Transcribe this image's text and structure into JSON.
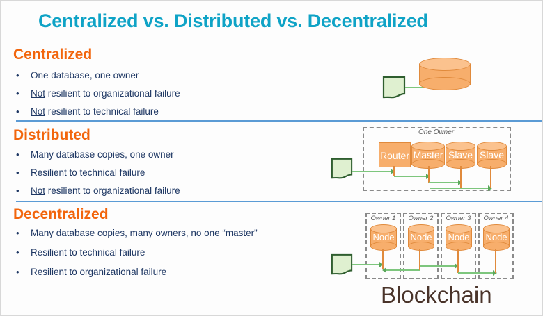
{
  "slide": {
    "title": "Centralized vs. Distributed vs. Decentralized",
    "background_color": "#fdfdfd",
    "title_color": "#0FA3C6",
    "heading_color": "#F2650C",
    "bullet_color": "#1F3864",
    "divider_color": "#5B9BD5",
    "node_fill_color": "#F7AE6C",
    "node_stroke_color": "#E08A3C",
    "arrow_color": "#7DC67D",
    "doc_fill_color": "#DFF0D0",
    "doc_stroke_color": "#2F5E2F"
  },
  "sections": [
    {
      "heading": "Centralized",
      "bullets": [
        {
          "pre": "",
          "underlined": "",
          "post": "One database, one owner"
        },
        {
          "pre": "",
          "underlined": "Not",
          "post": " resilient to organizational failure"
        },
        {
          "pre": "",
          "underlined": "Not",
          "post": " resilient to technical failure"
        }
      ]
    },
    {
      "heading": "Distributed",
      "bullets": [
        {
          "pre": "",
          "underlined": "",
          "post": "Many database copies, one owner"
        },
        {
          "pre": "",
          "underlined": "",
          "post": "Resilient to technical failure"
        },
        {
          "pre": "",
          "underlined": "Not",
          "post": " resilient to organizational failure"
        }
      ]
    },
    {
      "heading": "Decentralized",
      "bullets": [
        {
          "pre": "",
          "underlined": "",
          "post": "Many database copies, many owners, no one “master”"
        },
        {
          "pre": "",
          "underlined": "",
          "post": "Resilient to technical failure"
        },
        {
          "pre": "",
          "underlined": "",
          "post": "Resilient to organizational failure"
        }
      ]
    }
  ],
  "diagrams": {
    "centralized": {
      "database_label": "",
      "client_label": ""
    },
    "distributed": {
      "group_label": "One Owner",
      "nodes": [
        {
          "label": "Router",
          "shape": "rectangle"
        },
        {
          "label": "Master",
          "shape": "cylinder"
        },
        {
          "label": "Slave",
          "shape": "cylinder"
        },
        {
          "label": "Slave",
          "shape": "cylinder"
        }
      ]
    },
    "decentralized": {
      "owners": [
        {
          "owner_label": "Owner 1",
          "node_label": "Node"
        },
        {
          "owner_label": "Owner 2",
          "node_label": "Node"
        },
        {
          "owner_label": "Owner 3",
          "node_label": "Node"
        },
        {
          "owner_label": "Owner 4",
          "node_label": "Node"
        }
      ],
      "caption": "Blockchain"
    }
  }
}
